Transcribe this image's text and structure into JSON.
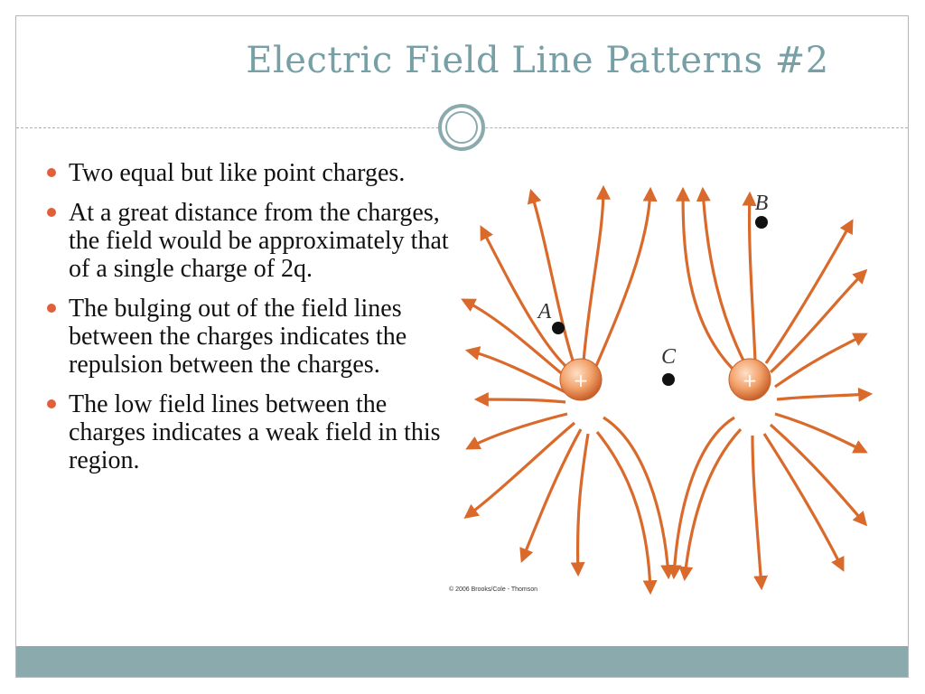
{
  "slide": {
    "title": "Electric Field Line Patterns #2",
    "bullets": [
      "Two equal but like point charges.",
      "At a great distance from the charges, the field would be approximately that of a single charge of 2q.",
      "The bulging out of the field lines between the charges indicates the repulsion between the charges.",
      "The low field lines between the charges indicates a weak field in this region."
    ]
  },
  "diagram": {
    "charges": [
      {
        "sign": "+"
      },
      {
        "sign": "+"
      }
    ],
    "points": [
      "A",
      "B",
      "C"
    ],
    "copyright": "© 2006 Brooks/Cole - Thomson",
    "colors": {
      "field_line": "#d96a2b",
      "charge_fill": "#f0a070",
      "charge_edge": "#c8602a",
      "bullet": "#e0603c",
      "title": "#76a0a6",
      "footer": "#8aaaae"
    }
  }
}
